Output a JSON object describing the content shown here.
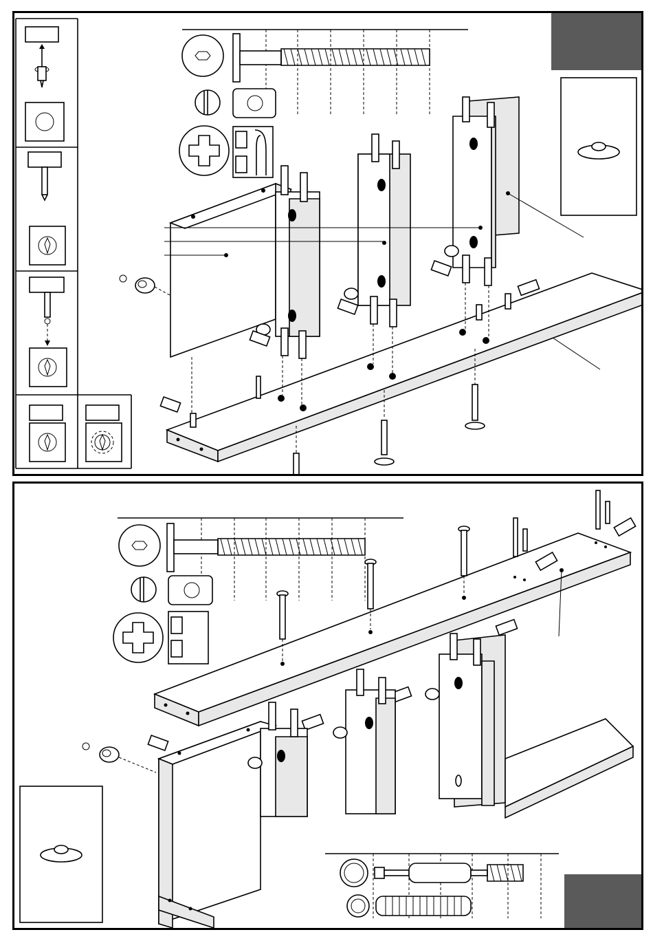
{
  "document": {
    "type": "assembly-instructions",
    "panels": [
      {
        "id": "step-upper",
        "steps_shown": 2,
        "legend_steps": 4
      },
      {
        "id": "step-lower"
      }
    ]
  },
  "colors": {
    "ink": "#000000",
    "paper": "#ffffff",
    "corner_tab": "#5a5a5a",
    "panel_shade": "#e8e8e8"
  },
  "icons": [
    "cam-lock-icon",
    "cam-bolt-icon",
    "screwdriver-icon",
    "wood-dowel-icon",
    "glue-bottle-icon",
    "screw-icon",
    "shelf-support-icon",
    "slotted-head-icon",
    "phillips-head-icon",
    "hex-socket-icon"
  ]
}
